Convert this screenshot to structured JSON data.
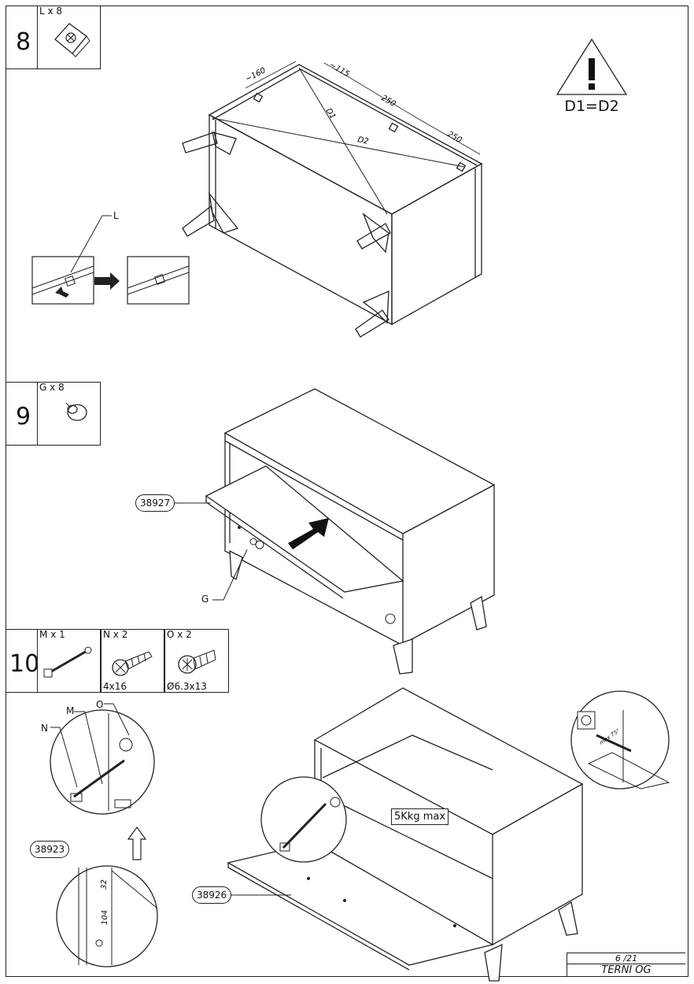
{
  "steps": [
    {
      "number": "8",
      "parts": [
        {
          "label": "L x 8",
          "icon": "corner-bracket-icon"
        }
      ],
      "detail_letter": "L",
      "dimensions": [
        "~160",
        "~115",
        "250",
        "250"
      ],
      "diagonals": [
        "D1",
        "D2"
      ],
      "warning": {
        "icon": "exclamation-icon",
        "text": "D1=D2"
      }
    },
    {
      "number": "9",
      "parts": [
        {
          "label": "G x 8",
          "icon": "shelf-pin-icon"
        }
      ],
      "panel_code": "38927",
      "detail_letter": "G"
    },
    {
      "number": "10",
      "parts": [
        {
          "label": "M x 1",
          "icon": "flap-stay-icon",
          "size": ""
        },
        {
          "label": "N x 2",
          "icon": "screw-icon",
          "size": "4x16"
        },
        {
          "label": "O x 2",
          "icon": "screw-icon",
          "size": "Ø6.3x13"
        }
      ],
      "detail_letters": [
        "M",
        "N",
        "O"
      ],
      "panel_codes": [
        "38923",
        "38926"
      ],
      "drill_dims": [
        "32",
        "104"
      ],
      "load_limit": "5Kkg max",
      "screwdriver_note": "max 75°"
    }
  ],
  "footer": {
    "page": "6 /21",
    "title": "TERNI OG"
  }
}
